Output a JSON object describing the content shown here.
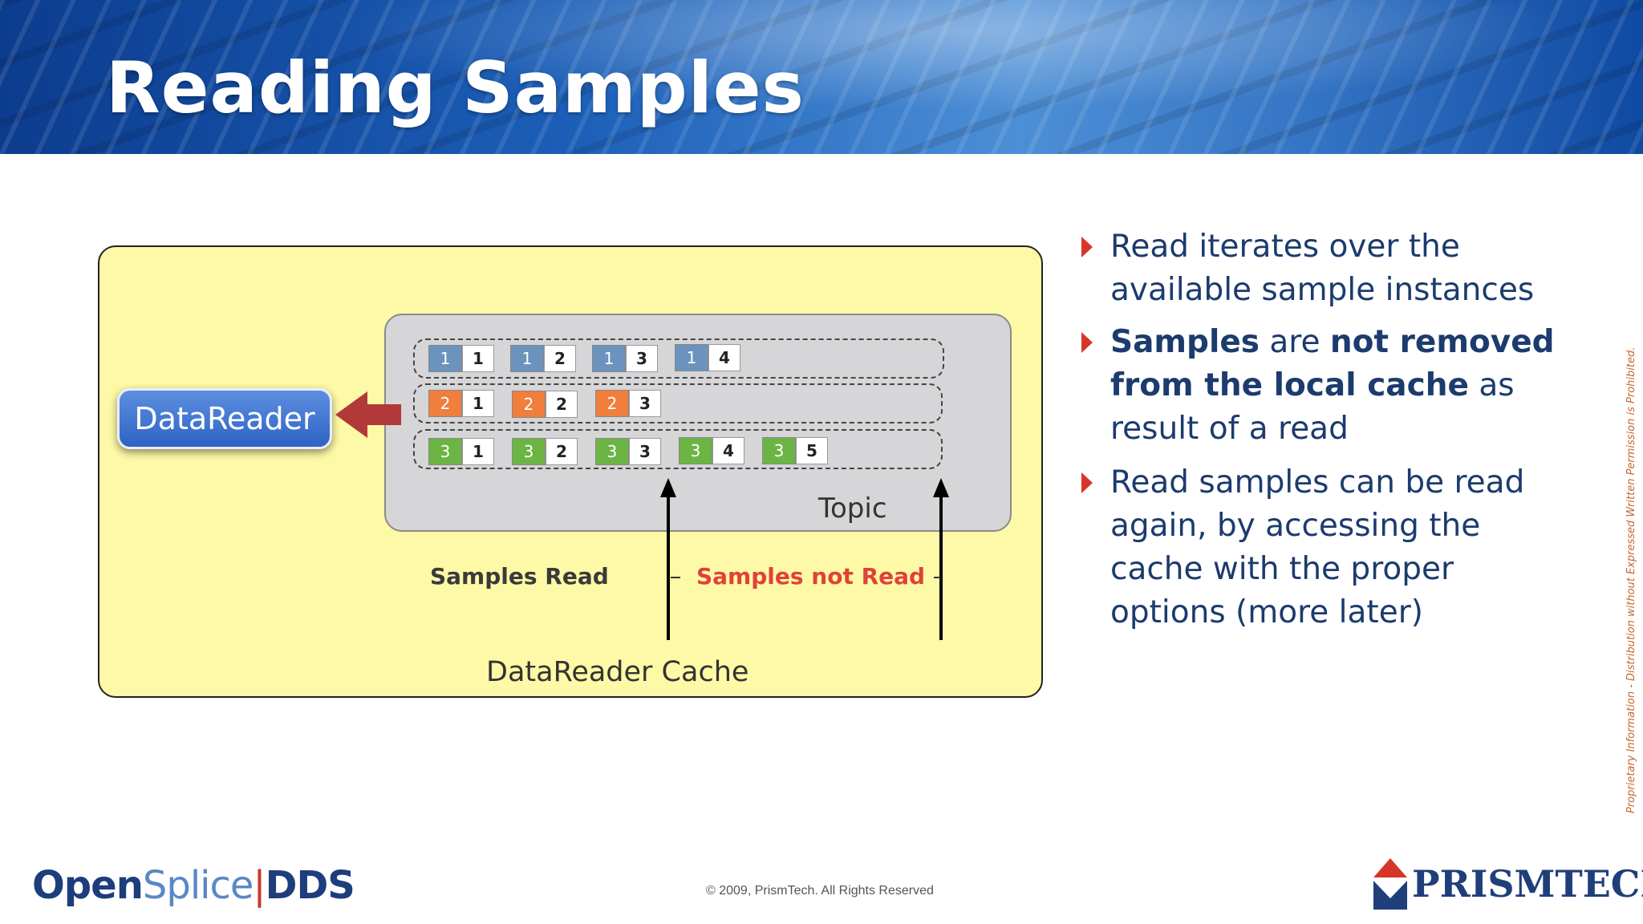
{
  "slide": {
    "title": "Reading Samples"
  },
  "diagram": {
    "datareader_label": "DataReader",
    "topic_label": "Topic",
    "samples_read_label": "Samples Read",
    "samples_not_read_label": "Samples not Read",
    "cache_label": "DataReader Cache",
    "rows": [
      {
        "color": "#6c93be",
        "samples": [
          {
            "key": "1",
            "value": "1"
          },
          {
            "key": "1",
            "value": "2"
          },
          {
            "key": "1",
            "value": "3"
          },
          {
            "key": "1",
            "value": "4"
          }
        ]
      },
      {
        "color": "#f07e3c",
        "samples": [
          {
            "key": "2",
            "value": "1"
          },
          {
            "key": "2",
            "value": "2"
          },
          {
            "key": "2",
            "value": "3"
          }
        ]
      },
      {
        "color": "#6cb544",
        "samples": [
          {
            "key": "3",
            "value": "1"
          },
          {
            "key": "3",
            "value": "2"
          },
          {
            "key": "3",
            "value": "3"
          },
          {
            "key": "3",
            "value": "4"
          },
          {
            "key": "3",
            "value": "5"
          }
        ]
      }
    ]
  },
  "bullets": {
    "b1": "Read iterates over the available sample instances",
    "b2_part1": "Samples",
    "b2_part2": " are ",
    "b2_part3": "not removed from the local cache",
    "b2_part4": " as result of a read",
    "b3": "Read samples can be read again, by accessing the cache with the proper options (more later)"
  },
  "footer": {
    "logo_open": "Open",
    "logo_splice": "Splice",
    "logo_sep": "|",
    "logo_dds": "DDS",
    "copyright": "© 2009, PrismTech. All Rights Reserved",
    "prismtech": "PRISMTECH",
    "vertical_note": "Proprietary Information - Distribution without Expressed Written Permission is Prohibited."
  }
}
